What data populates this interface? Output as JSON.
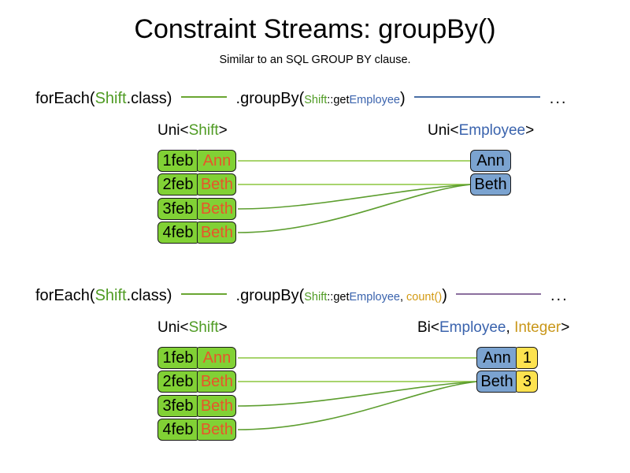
{
  "header": {
    "title": "Constraint Streams: groupBy()",
    "subtitle": "Similar to an SQL GROUP BY clause."
  },
  "colors": {
    "shift_green": "#81d135",
    "employee_blue": "#7ba3d0",
    "count_yellow": "#fde24f",
    "name_orange": "#e8552a",
    "token_green": "#4f9b23",
    "token_blue": "#3a63ad",
    "token_gold": "#d39a13",
    "link_green": "#6aa632",
    "rule_blue": "#4a6fa5",
    "rule_purple": "#8b6f9e"
  },
  "sections": [
    {
      "id": "section-groupby-single",
      "code": {
        "for_each": "forEach(",
        "for_each_type": "Shift",
        "for_each_suffix": ".class)",
        "group_by": ".groupBy(",
        "mapper_class": "Shift",
        "mapper_sep": "::get",
        "mapper_prop": "Employee",
        "group_by_close": ")",
        "ellipsis": "..."
      },
      "left_label": {
        "prefix": "Uni<",
        "type": "Shift",
        "suffix": ">"
      },
      "right_label": {
        "prefix": "Uni<",
        "type": "Employee",
        "suffix": ">"
      },
      "shifts": [
        {
          "date": "1feb",
          "employee": "Ann"
        },
        {
          "date": "2feb",
          "employee": "Beth"
        },
        {
          "date": "3feb",
          "employee": "Beth"
        },
        {
          "date": "4feb",
          "employee": "Beth"
        }
      ],
      "groups": [
        {
          "employee": "Ann",
          "count": null
        },
        {
          "employee": "Beth",
          "count": null
        }
      ]
    },
    {
      "id": "section-groupby-count",
      "code": {
        "for_each": "forEach(",
        "for_each_type": "Shift",
        "for_each_suffix": ".class)",
        "group_by": ".groupBy(",
        "mapper_class": "Shift",
        "mapper_sep": "::get",
        "mapper_prop": "Employee",
        "mapper_comma": ", ",
        "collector": "count()",
        "group_by_close": ")",
        "ellipsis": "..."
      },
      "left_label": {
        "prefix": "Uni<",
        "type": "Shift",
        "suffix": ">"
      },
      "right_label": {
        "prefix": "Bi<",
        "type": "Employee",
        "mid": ", ",
        "type2": "Integer",
        "suffix": ">"
      },
      "shifts": [
        {
          "date": "1feb",
          "employee": "Ann"
        },
        {
          "date": "2feb",
          "employee": "Beth"
        },
        {
          "date": "3feb",
          "employee": "Beth"
        },
        {
          "date": "4feb",
          "employee": "Beth"
        }
      ],
      "groups": [
        {
          "employee": "Ann",
          "count": "1"
        },
        {
          "employee": "Beth",
          "count": "3"
        }
      ]
    }
  ]
}
